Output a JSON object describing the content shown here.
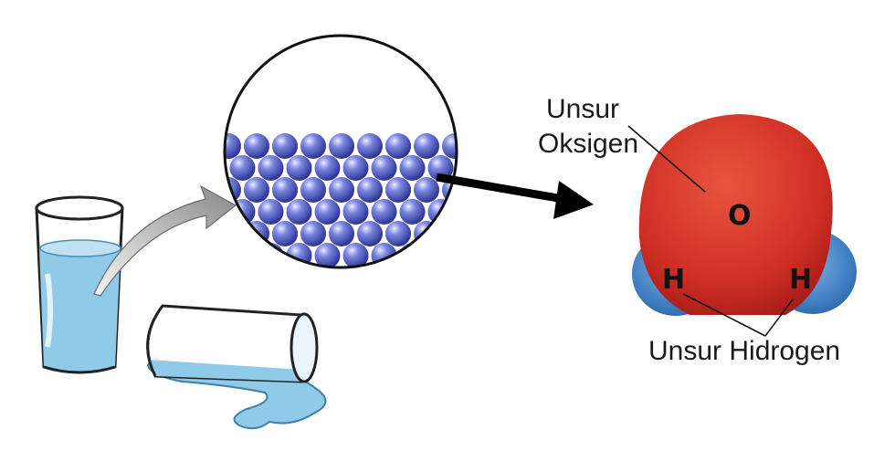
{
  "diagram": {
    "oxygen_label_line1": "Unsur",
    "oxygen_label_line2": "Oksigen",
    "hydrogen_label": "Unsur Hidrogen",
    "oxygen_symbol": "O",
    "hydrogen_symbol_left": "H",
    "hydrogen_symbol_right": "H"
  },
  "colors": {
    "water": "#8fcbe8",
    "particle": "#4652c0",
    "oxygen_atom": "#d8352a",
    "hydrogen_atom": "#3f7fc0",
    "arrow": "#000000"
  }
}
